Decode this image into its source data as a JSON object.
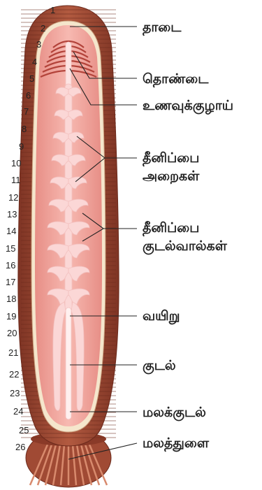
{
  "segments": [
    "1",
    "2",
    "3",
    "4",
    "5",
    "6",
    "7",
    "8",
    "9",
    "10",
    "11",
    "12",
    "13",
    "14",
    "15",
    "16",
    "17",
    "18",
    "19",
    "20",
    "21",
    "22",
    "23",
    "24",
    "25",
    "26"
  ],
  "labels": {
    "mouth": "தாடை",
    "pharynx": "தொண்டை",
    "esophagus": "உணவுக்குழாய்",
    "crop_line1": "தீனிப்பை",
    "crop_line2": "அறைகள்",
    "caeca_line1": "தீனிப்பை",
    "caeca_line2": "குடல்வால்கள்",
    "stomach": "வயிறு",
    "intestine": "குடல்",
    "rectum": "மலக்குடல்",
    "anus": "மலத்துளை"
  },
  "colors": {
    "body_wall": "#a24d35",
    "cavity": "#f2a9a0",
    "gut": "#fbd7d6",
    "rim": "#f5e6cc",
    "segment_line": "#6b2a1c"
  }
}
